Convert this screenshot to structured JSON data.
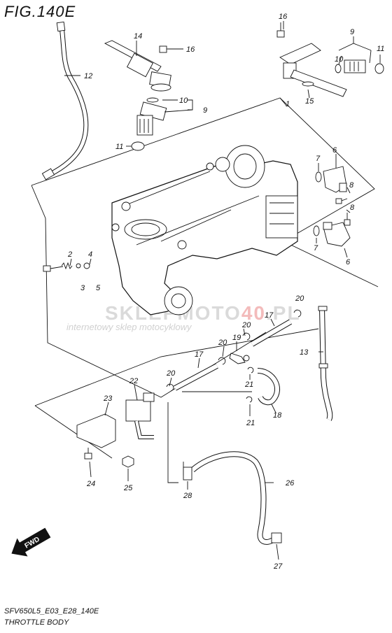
{
  "header": {
    "figure_title": "FIG.140E"
  },
  "footer": {
    "model_code": "SFV650L5_E03_E28_140E",
    "section_name": "THROTTLE BODY"
  },
  "watermark": {
    "brand_a": "SKLEP",
    "brand_b": "MOTO",
    "brand_c": "40",
    "brand_d": ".PL",
    "tagline": "internetowy sklep motocyklowy"
  },
  "fwd_badge": {
    "label": "FWD"
  },
  "part_labels": {
    "p1": "1",
    "p2": "2",
    "p3": "3",
    "p4": "4",
    "p5": "5",
    "p6a": "6",
    "p6b": "6",
    "p7a": "7",
    "p7b": "7",
    "p8a": "8",
    "p8b": "8",
    "p9a": "9",
    "p9b": "9",
    "p10a": "10",
    "p10b": "10",
    "p11a": "11",
    "p11b": "11",
    "p12": "12",
    "p13": "13",
    "p14": "14",
    "p15": "15",
    "p16a": "16",
    "p16b": "16",
    "p17a": "17",
    "p17b": "17",
    "p18": "18",
    "p19": "19",
    "p20a": "20",
    "p20b": "20",
    "p20c": "20",
    "p20d": "20",
    "p21a": "21",
    "p21b": "21",
    "p22": "22",
    "p23": "23",
    "p24": "24",
    "p25": "25",
    "p26": "26",
    "p27": "27",
    "p28": "28"
  },
  "colors": {
    "line": "#111111",
    "watermark_red": "#dc3c3c",
    "watermark_grey": "#969696"
  }
}
